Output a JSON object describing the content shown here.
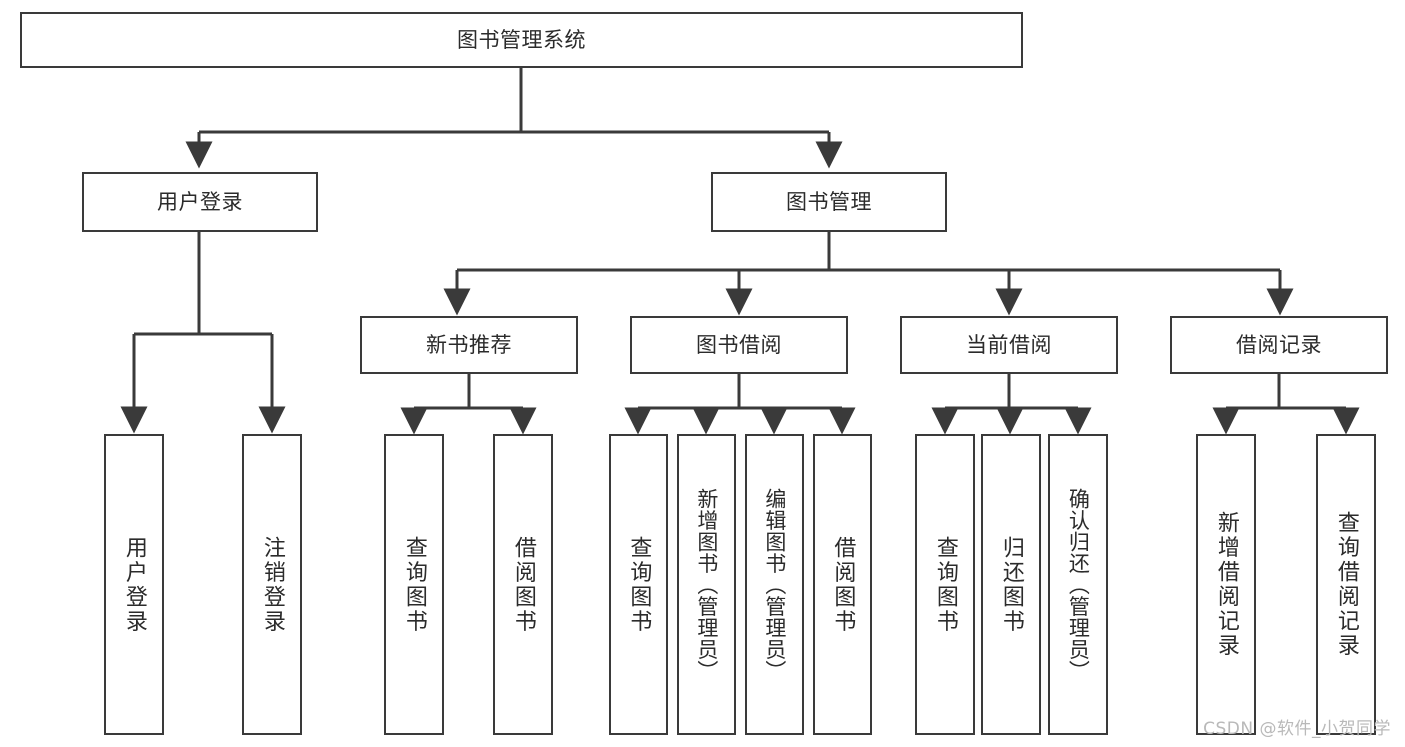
{
  "diagram": {
    "title": "图书管理系统",
    "root": {
      "label": "图书管理系统"
    },
    "level1": [
      {
        "label": "用户登录"
      },
      {
        "label": "图书管理"
      }
    ],
    "level2": [
      {
        "label": "新书推荐"
      },
      {
        "label": "图书借阅"
      },
      {
        "label": "当前借阅"
      },
      {
        "label": "借阅记录"
      }
    ],
    "leaves": {
      "user_login": [
        {
          "label": "用户登录"
        },
        {
          "label": "注销登录"
        }
      ],
      "new_book_recommend": [
        {
          "label": "查询图书"
        },
        {
          "label": "借阅图书"
        }
      ],
      "book_borrow": [
        {
          "label": "查询图书"
        },
        {
          "label": "新增图书（管理员）"
        },
        {
          "label": "编辑图书（管理员）"
        },
        {
          "label": "借阅图书"
        }
      ],
      "current_borrow": [
        {
          "label": "查询图书"
        },
        {
          "label": "归还图书"
        },
        {
          "label": "确认归还（管理员）"
        }
      ],
      "borrow_record": [
        {
          "label": "新增借阅记录"
        },
        {
          "label": "查询借阅记录"
        }
      ]
    }
  },
  "watermark": {
    "text": "CSDN @软件_小贺同学"
  },
  "colors": {
    "stroke": "#3a3a3a",
    "text": "#2b2b2b",
    "background": "#ffffff",
    "watermark": "#b9b9b9"
  }
}
